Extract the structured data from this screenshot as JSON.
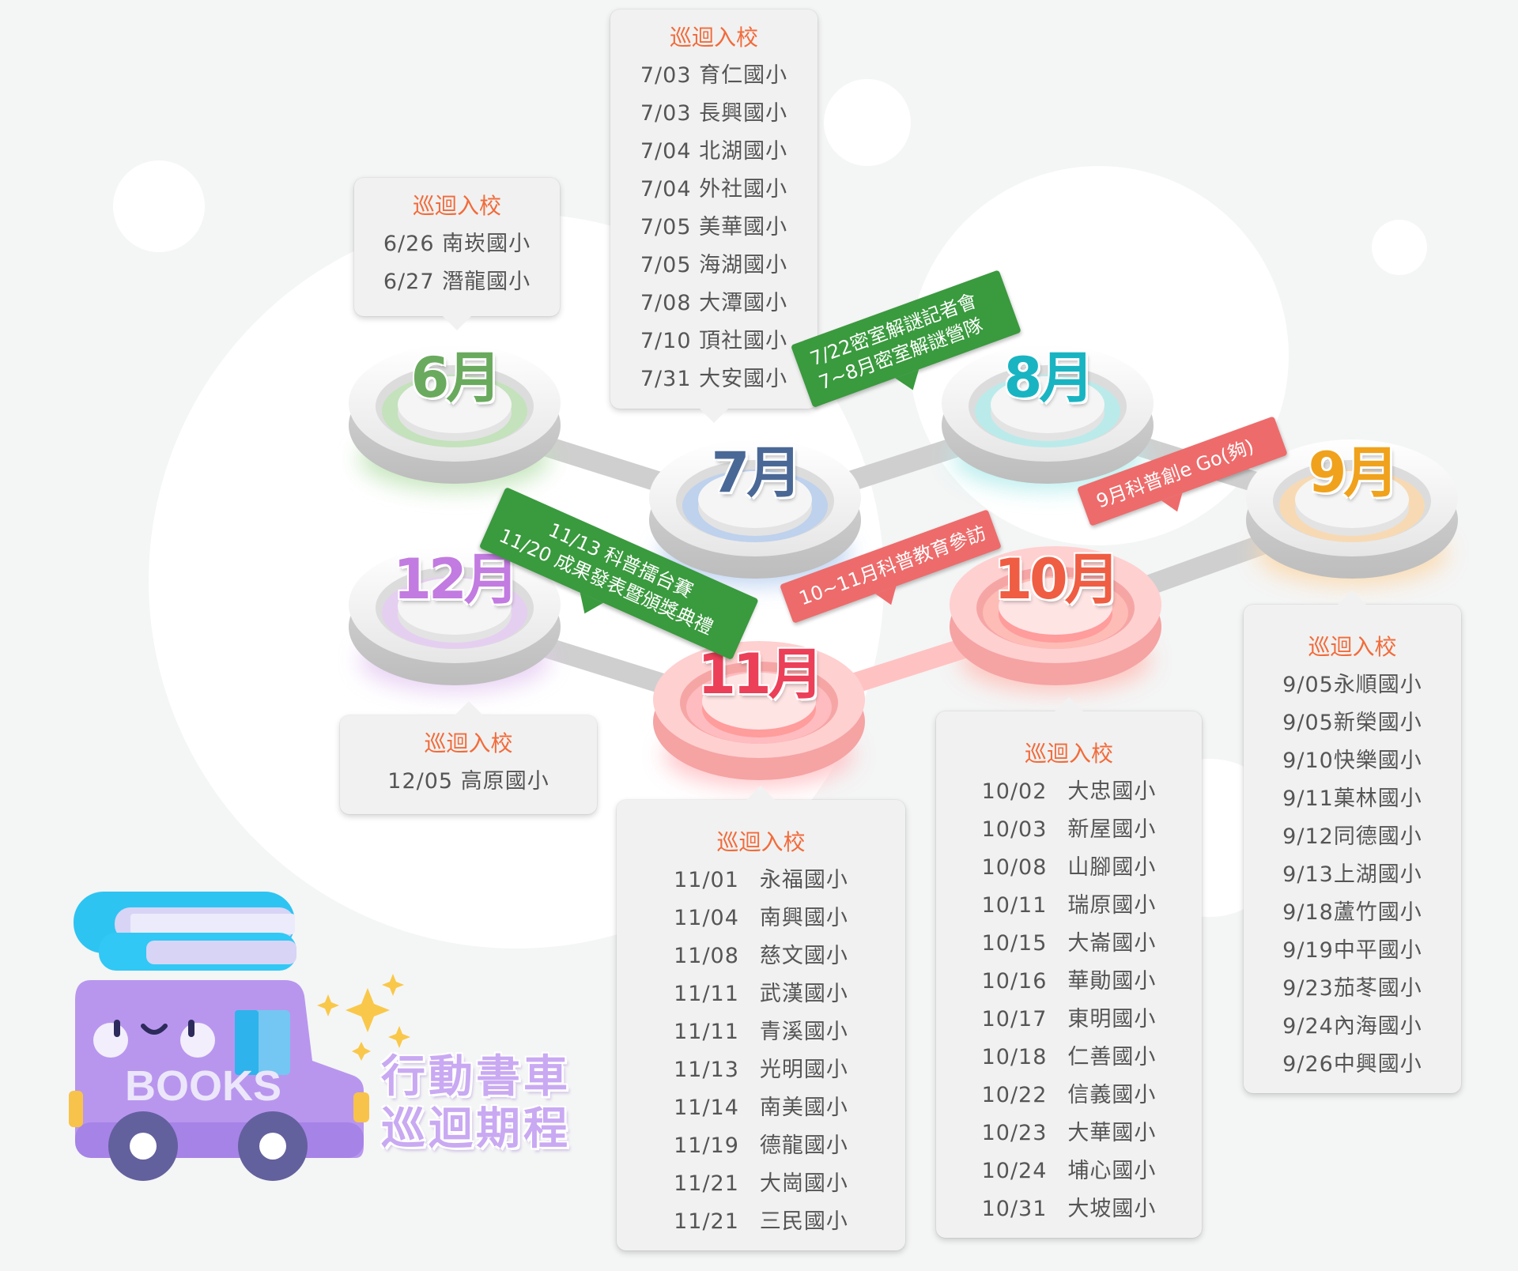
{
  "title_lines": [
    "行動書車",
    "巡迴期程"
  ],
  "bus_label": "BOOKS",
  "months": [
    {
      "id": "jun",
      "label": "6月",
      "color": "#6aaa5e",
      "glow": "#bfe3b6"
    },
    {
      "id": "jul",
      "label": "7月",
      "color": "#4a6896",
      "glow": "#b8cff0"
    },
    {
      "id": "aug",
      "label": "8月",
      "color": "#19b4c2",
      "glow": "#b5ecec"
    },
    {
      "id": "sep",
      "label": "9月",
      "color": "#f0a21c",
      "glow": "#fbd9ad"
    },
    {
      "id": "oct",
      "label": "10月",
      "color": "#ef5d43",
      "glow": "#ffc0b8"
    },
    {
      "id": "nov",
      "label": "11月",
      "color": "#ec3f58",
      "glow": "#ffc0c4"
    },
    {
      "id": "dec",
      "label": "12月",
      "color": "#c27be0",
      "glow": "#e6cdf3"
    }
  ],
  "visits": {
    "jun": {
      "title": "巡迴入校",
      "rows": [
        {
          "date": "6/26",
          "school": "南崁國小"
        },
        {
          "date": "6/27",
          "school": "潛龍國小"
        }
      ]
    },
    "jul": {
      "title": "巡迴入校",
      "rows": [
        {
          "date": "7/03",
          "school": "育仁國小"
        },
        {
          "date": "7/03",
          "school": "長興國小"
        },
        {
          "date": "7/04",
          "school": "北湖國小"
        },
        {
          "date": "7/04",
          "school": "外社國小"
        },
        {
          "date": "7/05",
          "school": "美華國小"
        },
        {
          "date": "7/05",
          "school": "海湖國小"
        },
        {
          "date": "7/08",
          "school": "大潭國小"
        },
        {
          "date": "7/10",
          "school": "頂社國小"
        },
        {
          "date": "7/31",
          "school": "大安國小"
        }
      ]
    },
    "sep": {
      "title": "巡迴入校",
      "rows": [
        {
          "date": "9/05",
          "school": "永順國小"
        },
        {
          "date": "9/05",
          "school": "新榮國小"
        },
        {
          "date": "9/10",
          "school": "快樂國小"
        },
        {
          "date": "9/11",
          "school": "菓林國小"
        },
        {
          "date": "9/12",
          "school": "同德國小"
        },
        {
          "date": "9/13",
          "school": "上湖國小"
        },
        {
          "date": "9/18",
          "school": "蘆竹國小"
        },
        {
          "date": "9/19",
          "school": "中平國小"
        },
        {
          "date": "9/23",
          "school": "茄苳國小"
        },
        {
          "date": "9/24",
          "school": "內海國小"
        },
        {
          "date": "9/26",
          "school": "中興國小"
        }
      ]
    },
    "oct": {
      "title": "巡迴入校",
      "rows": [
        {
          "date": "10/02",
          "school": "大忠國小"
        },
        {
          "date": "10/03",
          "school": "新屋國小"
        },
        {
          "date": "10/08",
          "school": "山腳國小"
        },
        {
          "date": "10/11",
          "school": "瑞原國小"
        },
        {
          "date": "10/15",
          "school": "大崙國小"
        },
        {
          "date": "10/16",
          "school": "華勛國小"
        },
        {
          "date": "10/17",
          "school": "東明國小"
        },
        {
          "date": "10/18",
          "school": "仁善國小"
        },
        {
          "date": "10/22",
          "school": "信義國小"
        },
        {
          "date": "10/23",
          "school": "大華國小"
        },
        {
          "date": "10/24",
          "school": "埔心國小"
        },
        {
          "date": "10/31",
          "school": "大坡國小"
        }
      ]
    },
    "nov": {
      "title": "巡迴入校",
      "rows": [
        {
          "date": "11/01",
          "school": "永福國小"
        },
        {
          "date": "11/04",
          "school": "南興國小"
        },
        {
          "date": "11/08",
          "school": "慈文國小"
        },
        {
          "date": "11/11",
          "school": "武漢國小"
        },
        {
          "date": "11/11",
          "school": "青溪國小"
        },
        {
          "date": "11/13",
          "school": "光明國小"
        },
        {
          "date": "11/14",
          "school": "南美國小"
        },
        {
          "date": "11/19",
          "school": "德龍國小"
        },
        {
          "date": "11/21",
          "school": "大崗國小"
        },
        {
          "date": "11/21",
          "school": "三民國小"
        }
      ]
    },
    "dec": {
      "title": "巡迴入校",
      "rows": [
        {
          "date": "12/05",
          "school": "高原國小"
        }
      ]
    }
  },
  "events": [
    {
      "id": "jul-aug",
      "lines": [
        "7/22密室解謎記者會",
        "7~8月密室解謎營隊"
      ],
      "color": "#3a9a3e"
    },
    {
      "id": "sep",
      "lines": [
        "9月科普創e Go(夠)"
      ],
      "color": "#ee6b6b"
    },
    {
      "id": "oct-nov",
      "lines": [
        "10~11月科普教育參訪"
      ],
      "color": "#ee6b6b"
    },
    {
      "id": "nov",
      "lines": [
        "11/13 科普擂台賽",
        "11/20 成果發表暨頒獎典禮"
      ],
      "color": "#3a9a3e"
    }
  ]
}
